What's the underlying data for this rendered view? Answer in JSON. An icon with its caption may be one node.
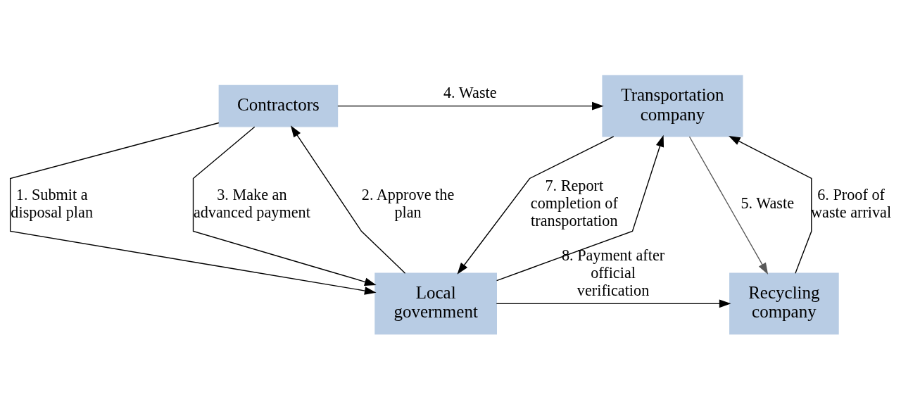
{
  "diagram": {
    "nodes": [
      {
        "text": [
          "Contractors"
        ]
      },
      {
        "text": [
          "Transportation company"
        ]
      },
      {
        "text": [
          "Local government"
        ]
      },
      {
        "text": [
          "Recycling company"
        ]
      }
    ],
    "edges": [
      {
        "from": 0,
        "to": 1,
        "arrow": "to",
        "label": "4. Waste"
      },
      {
        "from": 0,
        "to": 2,
        "arrow": "to",
        "label": "1. Submit a disposal plan"
      },
      {
        "from": 2,
        "to": 0,
        "arrow": "to",
        "label": "2. Approve the plan"
      },
      {
        "from": 0,
        "to": 2,
        "arrow": "to",
        "label": "3. Make an advanced payment"
      },
      {
        "from": 1,
        "to": 2,
        "arrow": "to",
        "label": "7. Report completion of transportation"
      },
      {
        "from": 1,
        "to": 3,
        "arrow": "to",
        "label": "5. Waste",
        "color": "#595959"
      },
      {
        "from": 3,
        "to": 1,
        "arrow": "to",
        "label": "6. Proof of waste arrival"
      },
      {
        "from": 2,
        "to": 3,
        "arrow": "to",
        "label": "8. Payment after official verification"
      },
      {
        "from": 2,
        "to": 1,
        "arrow": "to"
      }
    ]
  }
}
